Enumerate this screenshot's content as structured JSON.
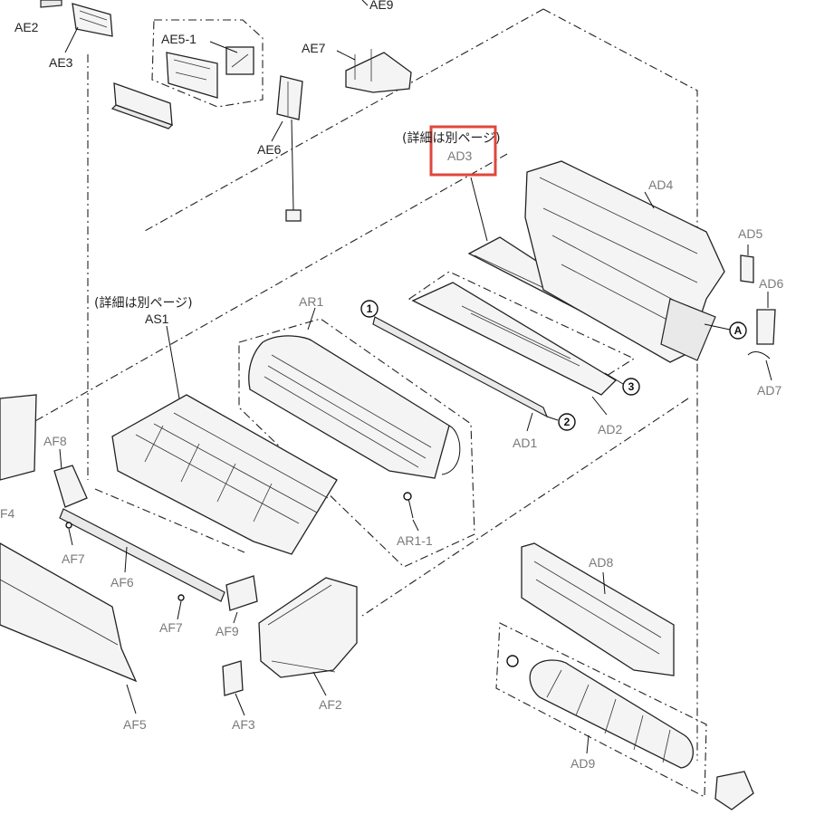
{
  "notes": {
    "detail_ad3": "(詳細は別ページ)",
    "detail_as1": "(詳細は別ページ)"
  },
  "labels": {
    "AE2": "AE2",
    "AE3": "AE3",
    "AE5_1": "AE5-1",
    "AE6": "AE6",
    "AE7": "AE7",
    "AE9": "AE9",
    "AD3": "AD3",
    "AD4": "AD4",
    "AD5": "AD5",
    "AD6": "AD6",
    "AD7": "AD7",
    "AD2": "AD2",
    "AD1": "AD1",
    "AD8": "AD8",
    "AD9": "AD9",
    "AS1": "AS1",
    "AR1": "AR1",
    "AR1_1": "AR1-1",
    "AF8": "AF8",
    "AF4": "F4",
    "AF7a": "AF7",
    "AF6": "AF6",
    "AF7b": "AF7",
    "AF9": "AF9",
    "AF5": "AF5",
    "AF3": "AF3",
    "AF2": "AF2"
  },
  "markers": {
    "m1": "1",
    "m2": "2",
    "m3": "3",
    "mA": "A"
  },
  "highlight": {
    "target": "AD3",
    "color": "#e0463b"
  }
}
